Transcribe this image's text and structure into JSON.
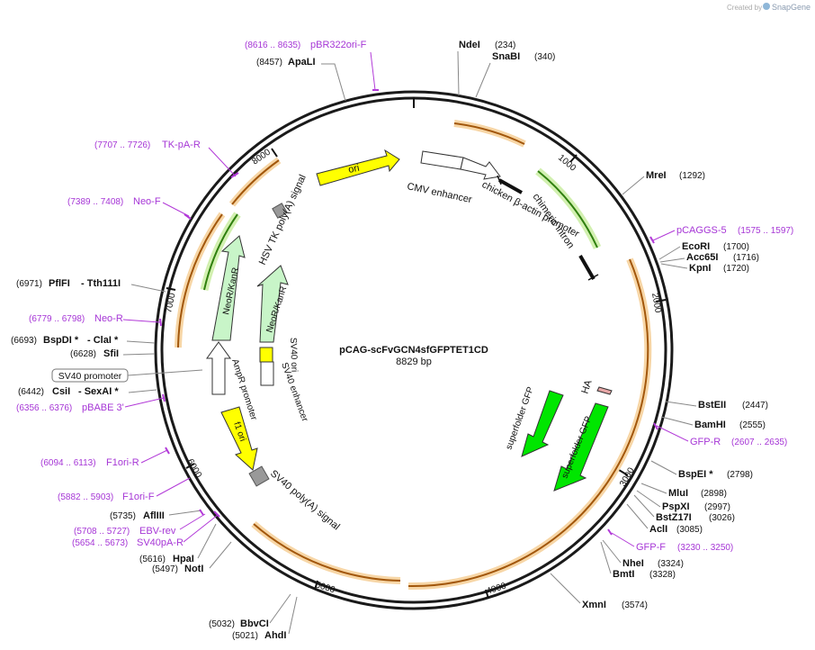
{
  "brand": {
    "created_by": "Created by",
    "name": "SnapGene"
  },
  "plasmid": {
    "name": "pCAG-scFvGCN4sfGFPTET1CD",
    "length": "8829 bp"
  },
  "ticks": {
    "t1000": "1000",
    "t2000": "2000",
    "t3000": "3000",
    "t4000": "4000",
    "t5000": "5000",
    "t6000": "6000",
    "t7000": "7000",
    "t8000": "8000"
  },
  "features": {
    "ori": "ori",
    "cmv_enhancer": "CMV enhancer",
    "chicken_actin_promoter": "chicken β-actin promoter",
    "chimeric_intron": "chimeric intron",
    "hsv_tk_polya": "HSV TK poly(A) signal",
    "neokanr_outer": "NeoR/KanR",
    "neokanr_inner": "NeoR/KanR",
    "sv40_ori": "SV40 ori",
    "sv40_enhancer": "SV40 enhancer",
    "ampr_promoter": "AmpR promoter",
    "f1_ori": "f1 ori",
    "sv40_polya": "SV40 poly(A) signal",
    "ha": "HA",
    "sfgfp_1": "superfolder GFP",
    "sfgfp_2": "superfolder GFP",
    "sv40_promoter": "SV40 promoter"
  },
  "sites": {
    "pbr322ori_f": {
      "pos": "(8616 .. 8635)",
      "name": "pBR322ori-F"
    },
    "apali": {
      "pos": "(8457)",
      "name": "ApaLI"
    },
    "ndei": {
      "name": "NdeI",
      "pos": "(234)"
    },
    "snabi": {
      "name": "SnaBI",
      "pos": "(340)"
    },
    "tkpa_r": {
      "pos": "(7707 .. 7726)",
      "name": "TK-pA-R"
    },
    "meri": {
      "name": "MreI",
      "pos": "(1292)"
    },
    "neo_f": {
      "pos": "(7389 .. 7408)",
      "name": "Neo-F"
    },
    "pcaggs5": {
      "name": "pCAGGS-5",
      "pos": "(1575 .. 1597)"
    },
    "ecori": {
      "name": "EcoRI",
      "pos": "(1700)"
    },
    "acc65i": {
      "name": "Acc65I",
      "pos": "(1716)"
    },
    "kpni": {
      "name": "KpnI",
      "pos": "(1720)"
    },
    "pflfi": {
      "pos": "(6971)",
      "name": "PflFI",
      "name2": "- Tth111I"
    },
    "neo_r": {
      "pos": "(6779 .. 6798)",
      "name": "Neo-R"
    },
    "bspdi": {
      "pos": "(6693)",
      "name": "BspDI *",
      "name2": "- ClaI *"
    },
    "sfii": {
      "pos": "(6628)",
      "name": "SfiI"
    },
    "csii": {
      "pos": "(6442)",
      "name": "CsiI",
      "name2": "- SexAI *"
    },
    "pbabe3": {
      "pos": "(6356 .. 6376)",
      "name": "pBABE 3'"
    },
    "bsteii": {
      "name": "BstEII",
      "pos": "(2447)"
    },
    "bamhi": {
      "name": "BamHI",
      "pos": "(2555)"
    },
    "gfp_r": {
      "name": "GFP-R",
      "pos": "(2607 .. 2635)"
    },
    "f1ori_r": {
      "pos": "(6094 .. 6113)",
      "name": "F1ori-R"
    },
    "bspei": {
      "name": "BspEI *",
      "pos": "(2798)"
    },
    "f1ori_f": {
      "pos": "(5882 .. 5903)",
      "name": "F1ori-F"
    },
    "mlui": {
      "name": "MluI",
      "pos": "(2898)"
    },
    "afliii": {
      "pos": "(5735)",
      "name": "AflIII"
    },
    "pspxi": {
      "name": "PspXI",
      "pos": "(2997)"
    },
    "ebv_rev": {
      "pos": "(5708 .. 5727)",
      "name": "EBV-rev"
    },
    "bstz17i": {
      "name": "BstZ17I",
      "pos": "(3026)"
    },
    "sv40pa_r": {
      "pos": "(5654 .. 5673)",
      "name": "SV40pA-R"
    },
    "acli": {
      "name": "AclI",
      "pos": "(3085)"
    },
    "gfp_f": {
      "name": "GFP-F",
      "pos": "(3230 .. 3250)"
    },
    "hpai": {
      "pos": "(5616)",
      "name": "HpaI"
    },
    "noti": {
      "pos": "(5497)",
      "name": "NotI"
    },
    "nhei": {
      "name": "NheI",
      "pos": "(3324)"
    },
    "bmti": {
      "name": "BmtI",
      "pos": "(3328)"
    },
    "xmni": {
      "name": "XmnI",
      "pos": "(3574)"
    },
    "bbvci": {
      "pos": "(5032)",
      "name": "BbvCI"
    },
    "ahdi": {
      "pos": "(5021)",
      "name": "AhdI"
    }
  }
}
